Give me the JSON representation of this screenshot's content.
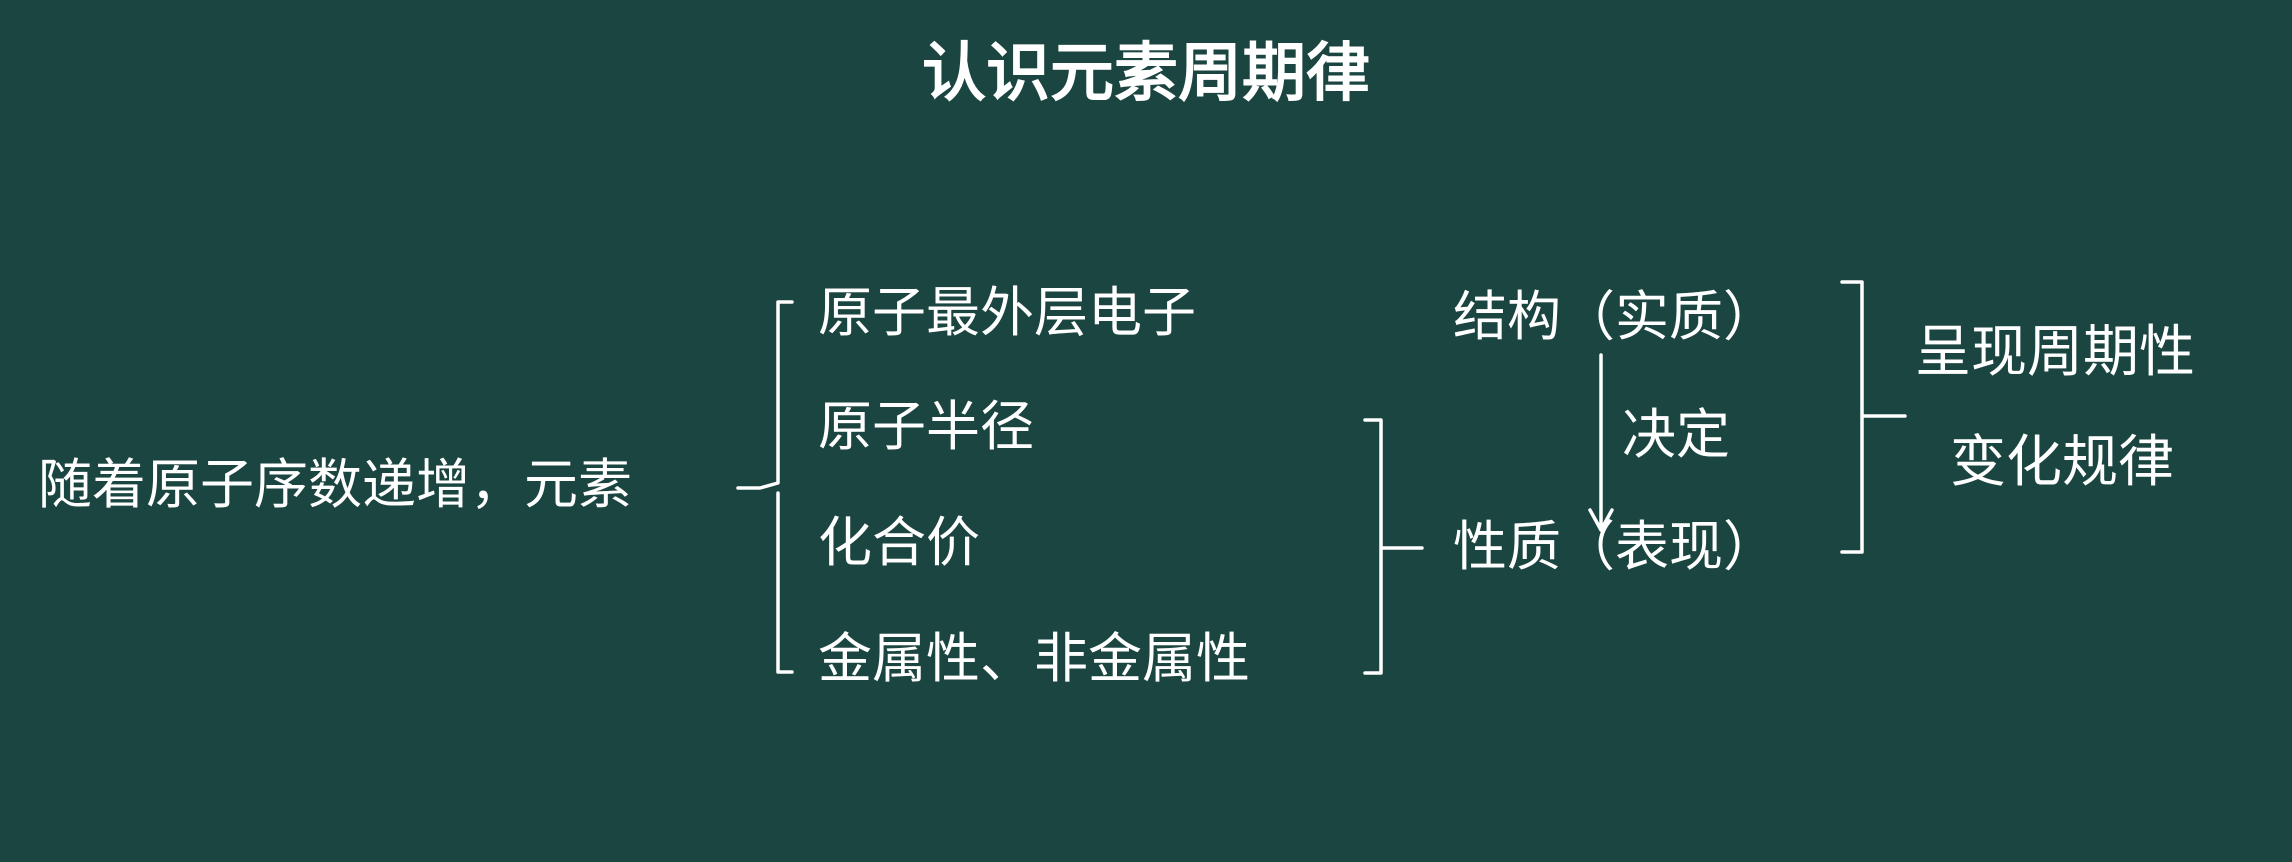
{
  "title": "认识元素周期律",
  "lead": "随着原子序数递增，元素",
  "items": [
    "原子最外层电子",
    "原子半径",
    "化合价",
    "金属性、非金属性"
  ],
  "structure": "结构（实质）",
  "decide": "决定",
  "property": "性质（表现）",
  "result": [
    "呈现周期性",
    "变化规律"
  ],
  "colors": {
    "background": "#1b4540",
    "foreground": "#ffffff"
  }
}
